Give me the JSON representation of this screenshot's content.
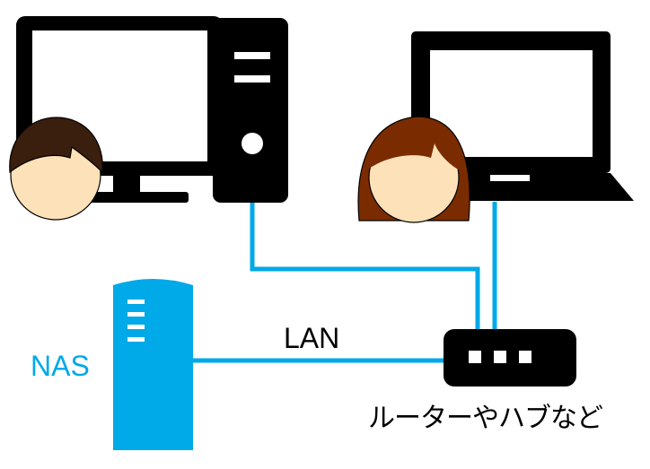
{
  "labels": {
    "nas": "NAS",
    "lan": "LAN",
    "router": "ルーターやハブなど"
  },
  "colors": {
    "cable": "#00a9e8",
    "device": "#000000",
    "nas_fill": "#00a9e8",
    "skin": "#fde1b8",
    "hair_male": "#3a1e0e",
    "hair_female": "#7a2c00",
    "background": "#ffffff"
  },
  "icons": {
    "desktop_monitor": "monitor-icon",
    "pc_tower": "pc-tower-icon",
    "laptop": "laptop-icon",
    "male_user": "male-user-icon",
    "female_user": "female-user-icon",
    "nas_device": "nas-icon",
    "router": "router-icon"
  }
}
